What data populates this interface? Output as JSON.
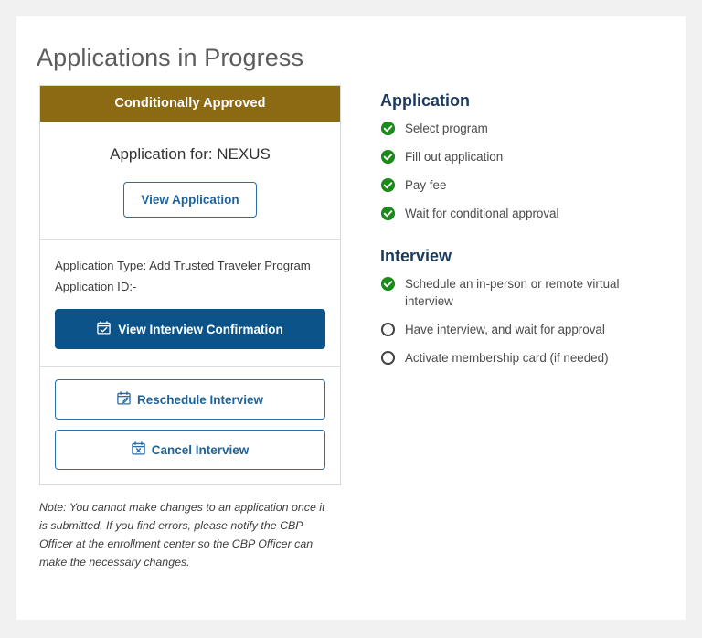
{
  "page": {
    "title": "Applications in Progress",
    "background_color": "#f1f1f1",
    "panel_color": "#ffffff"
  },
  "colors": {
    "status_banner": "#8b6a13",
    "primary_button": "#0b5388",
    "outline_button_text": "#1f6299",
    "heading_navy": "#1b3a5c",
    "complete_green": "#1a8a1a",
    "incomplete_gray": "#444444"
  },
  "card": {
    "status_label": "Conditionally Approved",
    "program_title": "Application for: NEXUS",
    "view_application_label": "View Application",
    "details": [
      "Application Type: Add Trusted Traveler Program",
      "Application ID:-"
    ],
    "primary_action": {
      "label": "View Interview Confirmation",
      "icon": "calendar-check-icon"
    },
    "secondary_actions": [
      {
        "label": "Reschedule Interview",
        "icon": "calendar-edit-icon"
      },
      {
        "label": "Cancel Interview",
        "icon": "calendar-cancel-icon"
      }
    ]
  },
  "note": "Note: You cannot make changes to an application once it is submitted. If you find errors, please notify the CBP Officer at the enrollment center so the CBP Officer can make the necessary changes.",
  "checklists": [
    {
      "heading": "Application",
      "items": [
        {
          "label": "Select program",
          "state": "complete"
        },
        {
          "label": "Fill out application",
          "state": "complete"
        },
        {
          "label": "Pay fee",
          "state": "complete"
        },
        {
          "label": "Wait for conditional approval",
          "state": "complete"
        }
      ]
    },
    {
      "heading": "Interview",
      "items": [
        {
          "label": "Schedule an in-person or remote virtual interview",
          "state": "complete"
        },
        {
          "label": "Have interview, and wait for approval",
          "state": "incomplete"
        },
        {
          "label": "Activate membership card (if needed)",
          "state": "incomplete"
        }
      ]
    }
  ]
}
